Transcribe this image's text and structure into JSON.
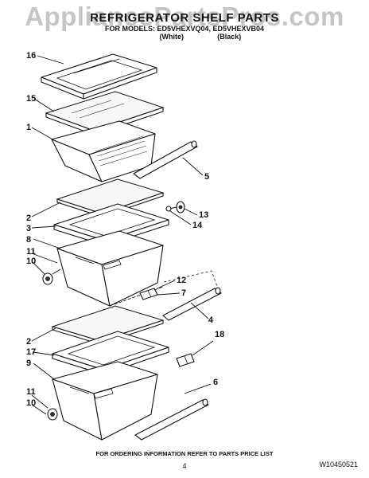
{
  "header": {
    "title": "REFRIGERATOR SHELF PARTS",
    "models": "FOR MODELS: ED5VHEXVQ04, ED5VHEXVB04",
    "color_white": "(White)",
    "color_black": "(Black)"
  },
  "watermark": "AppliancePartsPros.com",
  "callouts": {
    "c16": "16",
    "c15": "15",
    "c1": "1",
    "c5": "5",
    "c2a": "2",
    "c3": "3",
    "c8": "8",
    "c11a": "11",
    "c10a": "10",
    "c13": "13",
    "c14": "14",
    "c12": "12",
    "c7": "7",
    "c4": "4",
    "c2b": "2",
    "c17": "17",
    "c9": "9",
    "c18": "18",
    "c11b": "11",
    "c10b": "10",
    "c6": "6"
  },
  "footer": {
    "ordering_note": "FOR ORDERING INFORMATION REFER TO PARTS PRICE LIST",
    "page_number": "4",
    "doc_number": "W10450521"
  }
}
